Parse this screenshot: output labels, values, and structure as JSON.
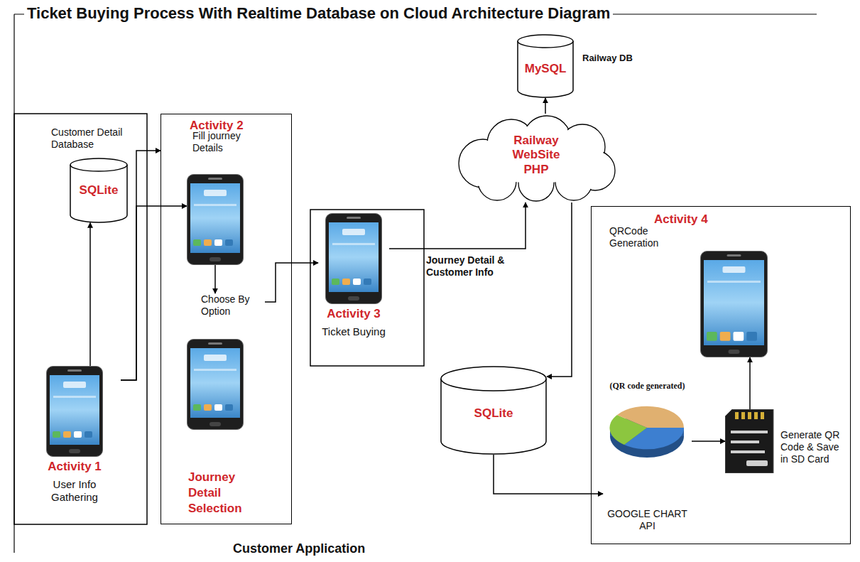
{
  "diagram": {
    "title": "Ticket Buying Process With Realtime Database on Cloud Architecture Diagram",
    "nodes": [
      {
        "text": [
          "Customer Detail Database",
          "SQLite"
        ]
      },
      {
        "text": [
          "Activity 1",
          "User Info Gathering"
        ]
      },
      {
        "text": [
          "Activity 2",
          "Journey Detail Selection"
        ]
      },
      {
        "text": [
          "Fill journey Details"
        ],
        "in": 2
      },
      {
        "text": [
          "Choose By Option"
        ],
        "in": 2
      },
      {
        "text": [
          "Activity 3",
          "Ticket Buying"
        ]
      },
      {
        "text": [
          "MySQL",
          "Railway DB"
        ]
      },
      {
        "text": [
          "Railway WebSite PHP"
        ]
      },
      {
        "text": [
          "Activity 4"
        ]
      },
      {
        "text": [
          "QRCode Generation"
        ],
        "in": 8
      },
      {
        "text": [
          "SQLite"
        ]
      },
      {
        "text": [
          "(QR code generated)",
          "GOOGLE CHART API"
        ],
        "in": 8
      },
      {
        "text": [
          "Generate QR Code & Save in SD Card"
        ],
        "in": 8
      }
    ],
    "edges": [
      {
        "from": 1,
        "to": 0,
        "arrow": "to"
      },
      {
        "from": 1,
        "to": 3,
        "arrow": "to"
      },
      {
        "from": 1,
        "to": 2,
        "arrow": "to"
      },
      {
        "from": 3,
        "to": 4,
        "arrow": "to"
      },
      {
        "from": 4,
        "to": 5,
        "arrow": "to"
      },
      {
        "from": 5,
        "to": 7,
        "label": "Journey Detail & Customer Info",
        "arrow": "to"
      },
      {
        "from": 7,
        "to": 6,
        "arrow": "to"
      },
      {
        "from": 7,
        "to": 10,
        "arrow": "to"
      },
      {
        "from": 10,
        "to": 11,
        "arrow": "to"
      },
      {
        "from": 11,
        "to": 12,
        "arrow": "to"
      },
      {
        "from": 12,
        "to": 9,
        "arrow": "to"
      }
    ],
    "labels": [
      "Customer Application"
    ]
  }
}
